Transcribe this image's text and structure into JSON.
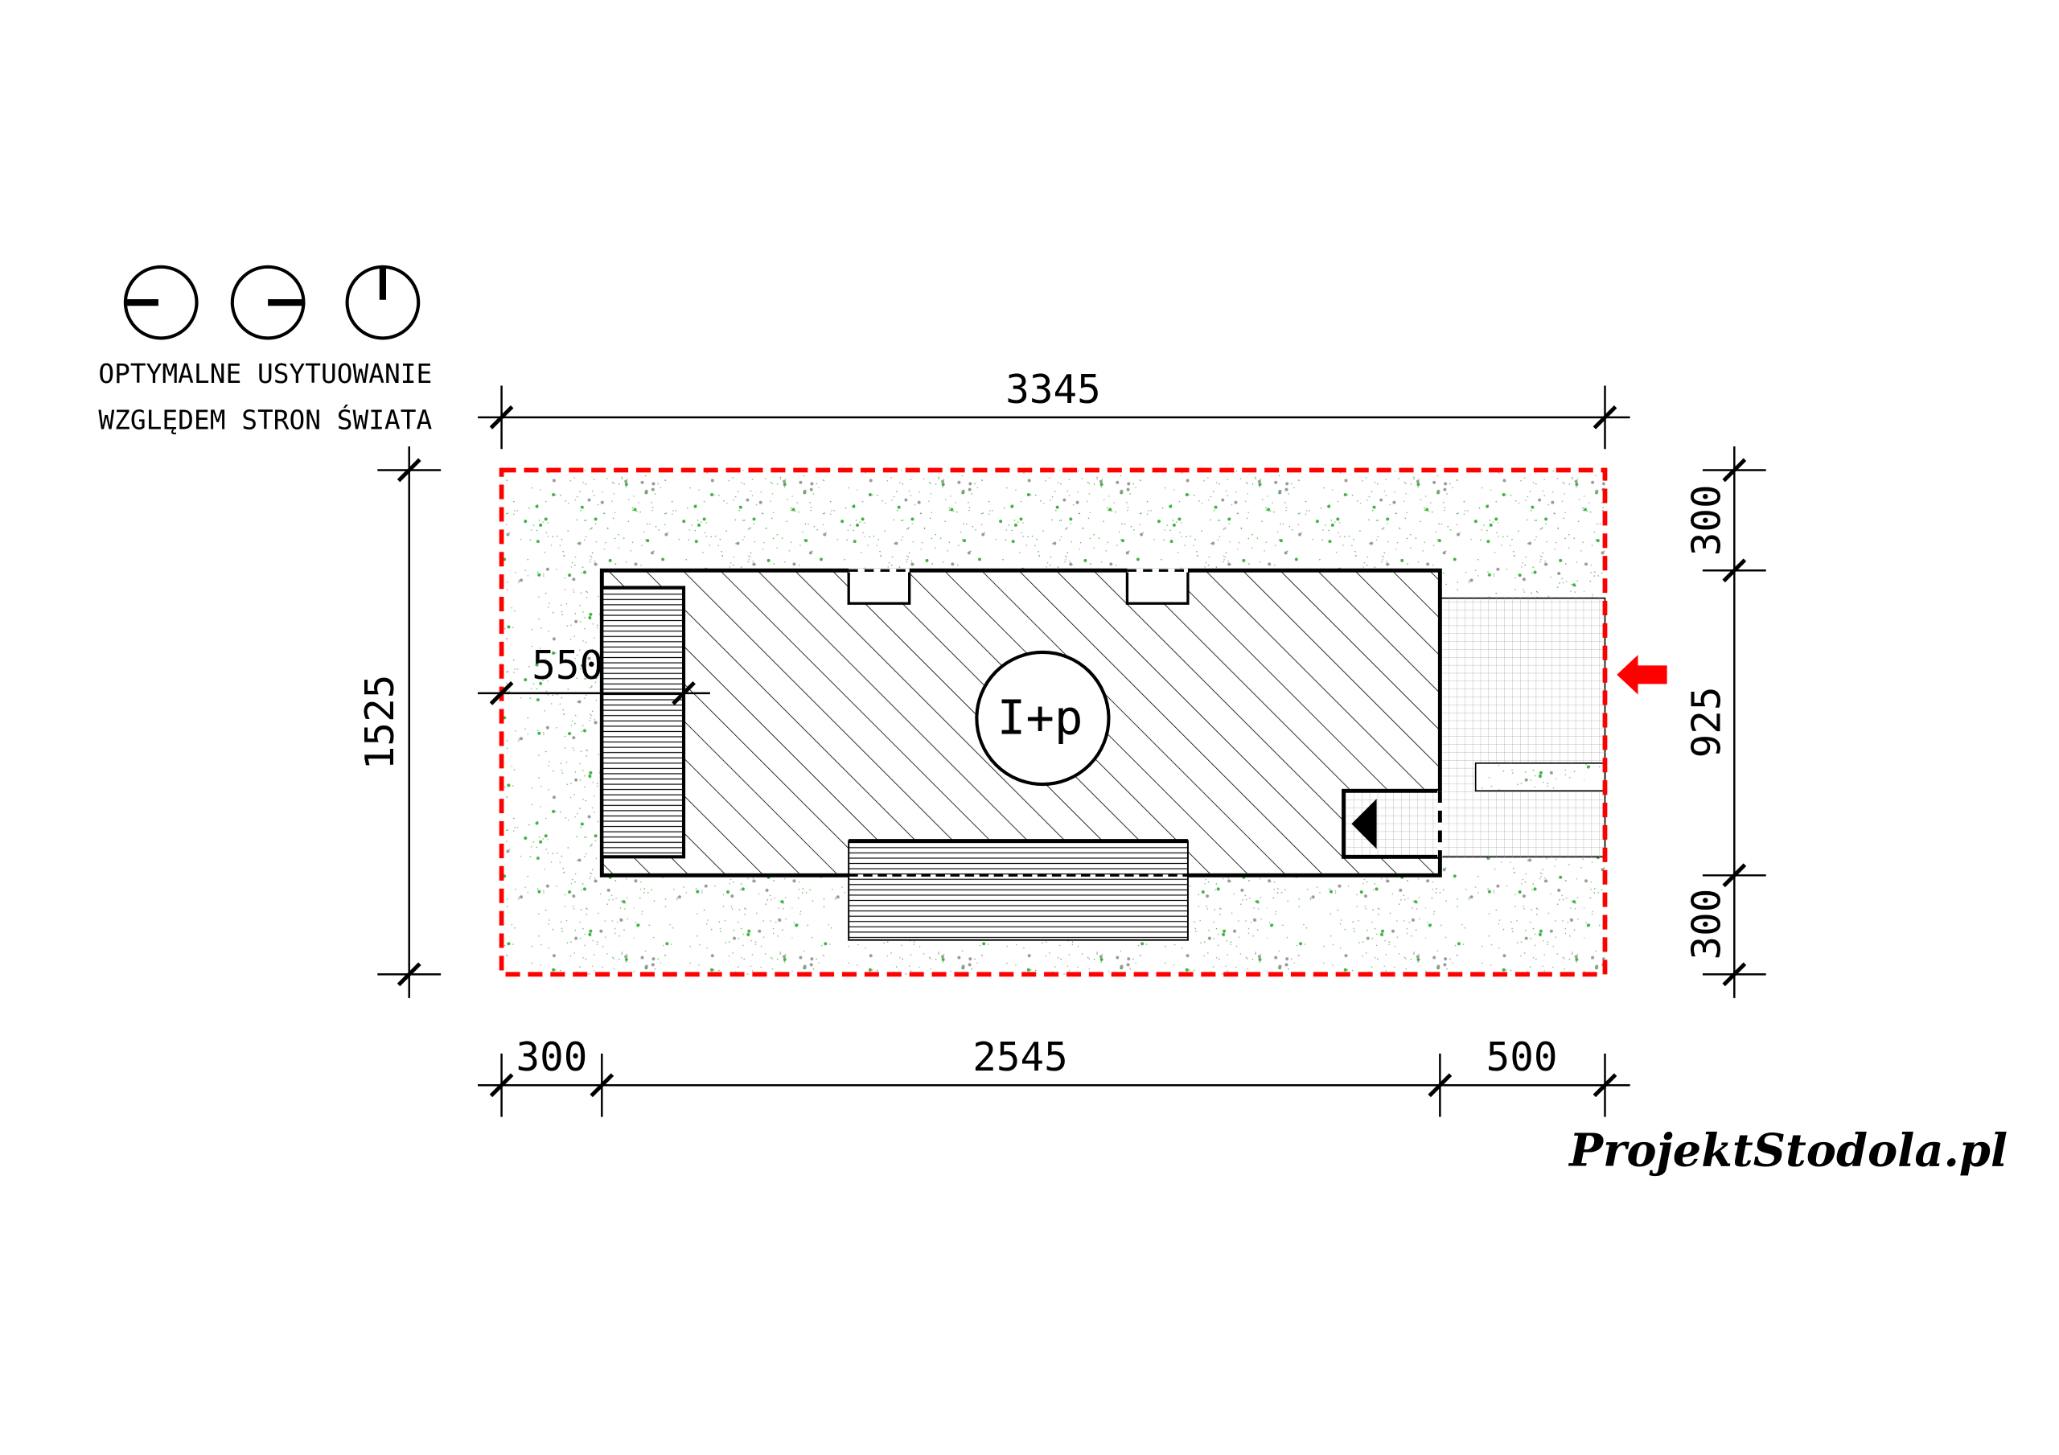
{
  "legend": {
    "line1": "OPTYMALNE USYTUOWANIE",
    "line2": "WZGLĘDEM STRON ŚWIATA",
    "icons": [
      "orientation-west-icon",
      "orientation-east-icon",
      "orientation-north-icon"
    ]
  },
  "dimensions": {
    "top_total": "3345",
    "left_total": "1525",
    "right_top": "300",
    "right_middle": "925",
    "right_bottom": "300",
    "bottom_left": "300",
    "bottom_middle": "2545",
    "bottom_right": "500",
    "terrace_offset": "550"
  },
  "house_label": "I+p",
  "logo": "ProjektStodola.pl",
  "colors": {
    "plot_boundary": "#ff0000",
    "greenery": "#3cb43c",
    "entry_arrow": "#ff0000"
  }
}
